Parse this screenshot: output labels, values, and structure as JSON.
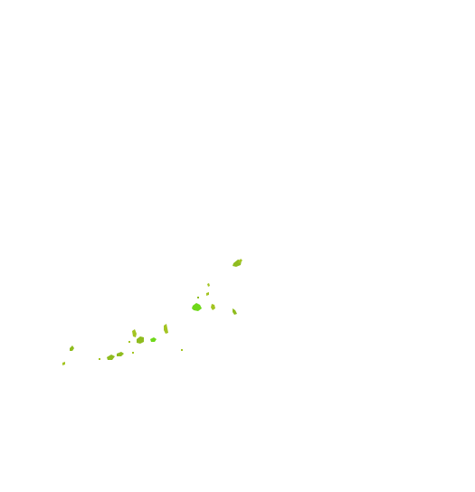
{
  "map": {
    "background_color": "#ffffff",
    "colors": {
      "olive_green": "#8fbc1f",
      "yellow_green": "#a3c422",
      "bright_green": "#6fd81a"
    },
    "features": [
      {
        "name": "island-patch-1",
        "color": "olive_green"
      },
      {
        "name": "island-patch-2",
        "color": "yellow_green"
      },
      {
        "name": "island-patch-3",
        "color": "yellow_green"
      },
      {
        "name": "island-patch-4",
        "color": "bright_green"
      },
      {
        "name": "island-patch-5",
        "color": "yellow_green"
      },
      {
        "name": "island-patch-6",
        "color": "olive_green"
      },
      {
        "name": "island-patch-7",
        "color": "yellow_green"
      },
      {
        "name": "island-patch-8",
        "color": "yellow_green"
      },
      {
        "name": "island-patch-9",
        "color": "olive_green"
      },
      {
        "name": "island-patch-10",
        "color": "bright_green"
      },
      {
        "name": "island-patch-11",
        "color": "yellow_green"
      },
      {
        "name": "island-patch-12",
        "color": "olive_green"
      },
      {
        "name": "island-patch-13",
        "color": "olive_green"
      },
      {
        "name": "island-patch-14",
        "color": "yellow_green"
      },
      {
        "name": "island-patch-15",
        "color": "yellow_green"
      },
      {
        "name": "island-patch-16",
        "color": "olive_green"
      },
      {
        "name": "island-patch-17",
        "color": "yellow_green"
      },
      {
        "name": "island-patch-18",
        "color": "yellow_green"
      },
      {
        "name": "island-patch-19",
        "color": "olive_green"
      },
      {
        "name": "island-patch-20",
        "color": "yellow_green"
      }
    ]
  }
}
